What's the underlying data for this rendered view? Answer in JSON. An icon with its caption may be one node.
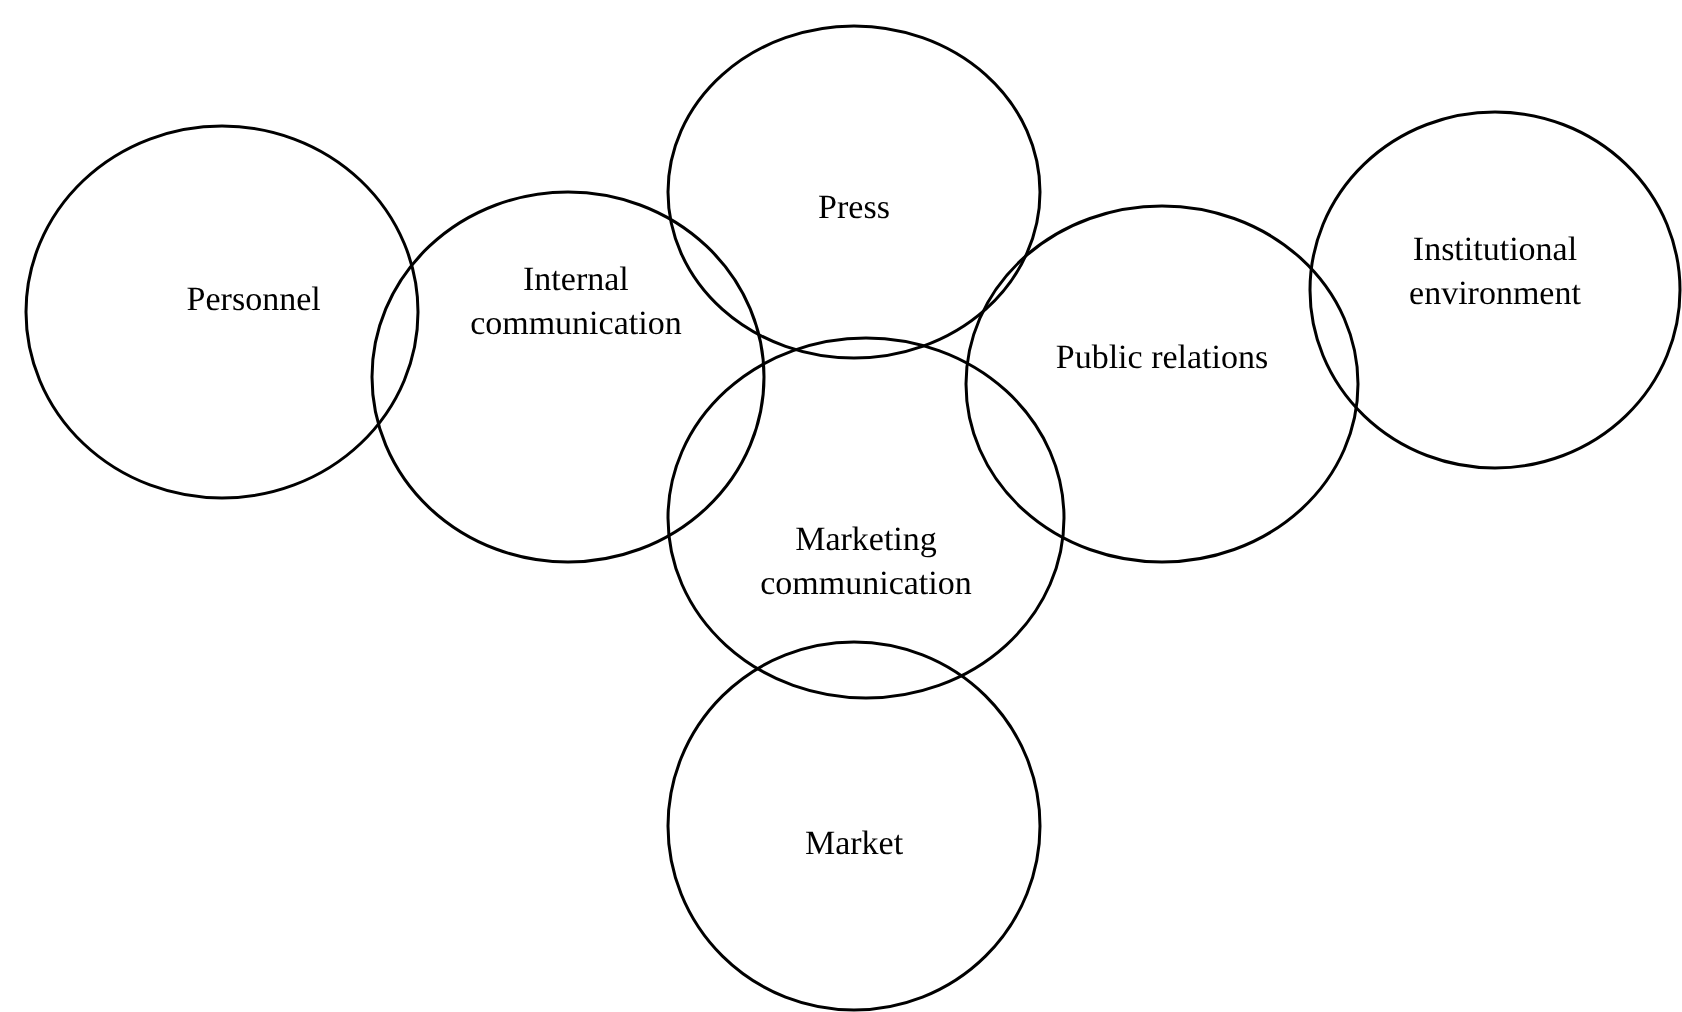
{
  "diagram": {
    "nodes": [
      {
        "text": [
          "Personnel"
        ]
      },
      {
        "text": [
          "Internal communication"
        ]
      },
      {
        "text": [
          "Press"
        ]
      },
      {
        "text": [
          "Public relations"
        ]
      },
      {
        "text": [
          "Institutional environment"
        ]
      },
      {
        "text": [
          "Marketing communication"
        ]
      },
      {
        "text": [
          "Market"
        ]
      }
    ]
  }
}
